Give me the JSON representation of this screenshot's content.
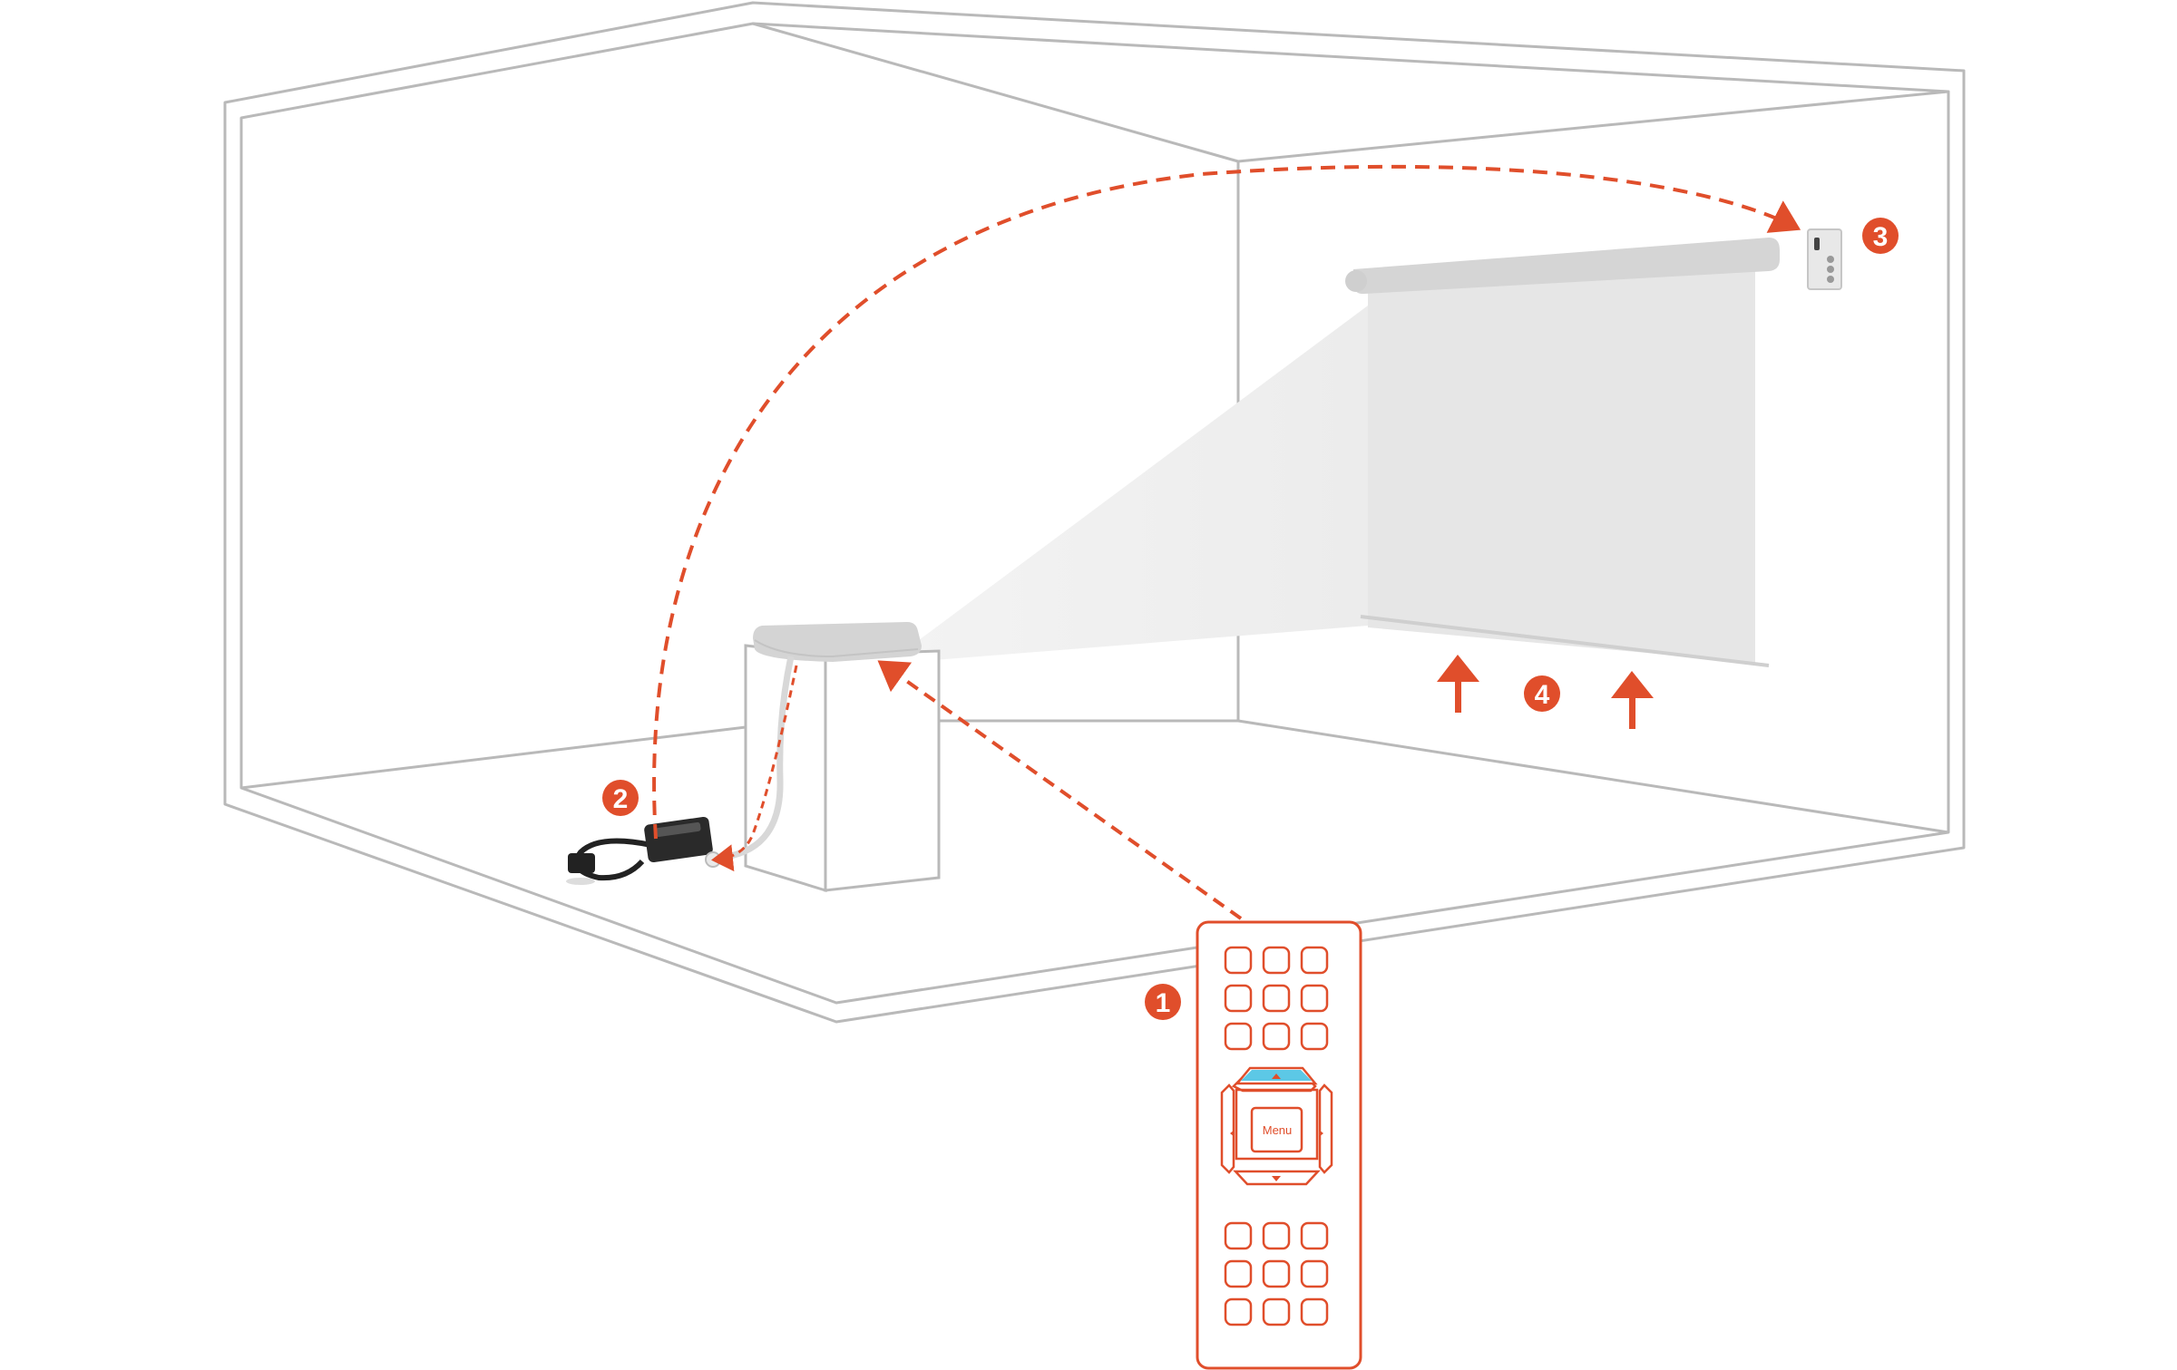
{
  "diagram": {
    "colors": {
      "accent": "#e04e2b",
      "room_line": "#b9b9b9",
      "screen": "#e6e6e6",
      "screen_roller": "#d5d5d5",
      "projector": "#d4d4d4",
      "beam": "#f1f1f1",
      "remote_highlight": "#5cc8e6",
      "plug_dark": "#222222"
    },
    "steps": [
      {
        "number": "1"
      },
      {
        "number": "2"
      },
      {
        "number": "3"
      },
      {
        "number": "4"
      }
    ],
    "remote": {
      "menu_label": "Menu",
      "icons": [
        "up-arrow-icon",
        "down-arrow-icon",
        "left-arrow-icon",
        "right-arrow-icon"
      ]
    },
    "icons": [
      "projector-icon",
      "smart-plug-icon",
      "wall-switch-icon",
      "projection-screen-icon",
      "up-arrow-icon"
    ]
  }
}
